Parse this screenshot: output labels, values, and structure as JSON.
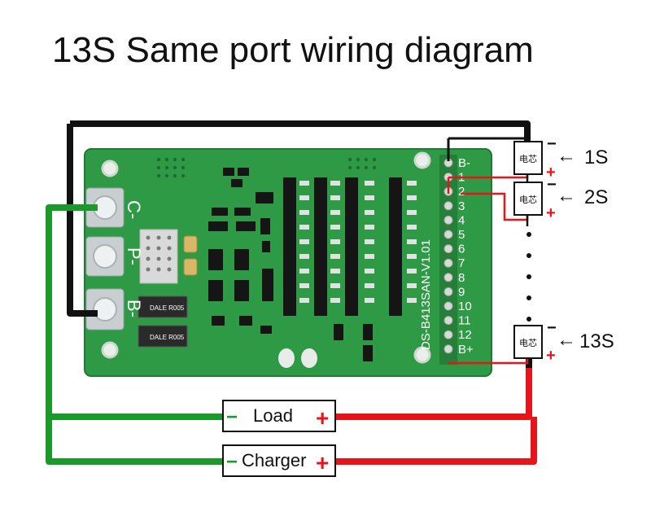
{
  "title": "13S Same port wiring diagram",
  "board": {
    "pads": {
      "c_minus": "C-",
      "p_minus": "P-",
      "b_minus": "B-"
    },
    "pins": [
      "B-",
      "1",
      "2",
      "3",
      "4",
      "5",
      "6",
      "7",
      "8",
      "9",
      "10",
      "11",
      "12",
      "B+"
    ],
    "silkscreen": "DS-B413SAN-V1.01",
    "resistors": [
      "DALE R005",
      "DALE R005"
    ]
  },
  "cells": [
    {
      "text": "电芯",
      "label": "1S",
      "minus": "−",
      "plus": "+"
    },
    {
      "text": "电芯",
      "label": "2S",
      "minus": "−",
      "plus": "+"
    },
    {
      "text": "电芯",
      "label": "13S",
      "minus": "−",
      "plus": "+"
    }
  ],
  "arrow": "←",
  "load": {
    "label": "Load",
    "minus": "−",
    "plus": "+"
  },
  "charger": {
    "label": "Charger",
    "minus": "−",
    "plus": "+"
  },
  "colors": {
    "board": "#2e9a45",
    "positive": "#e8141b",
    "negative": "#1a9a2a",
    "balance": "#111111"
  }
}
